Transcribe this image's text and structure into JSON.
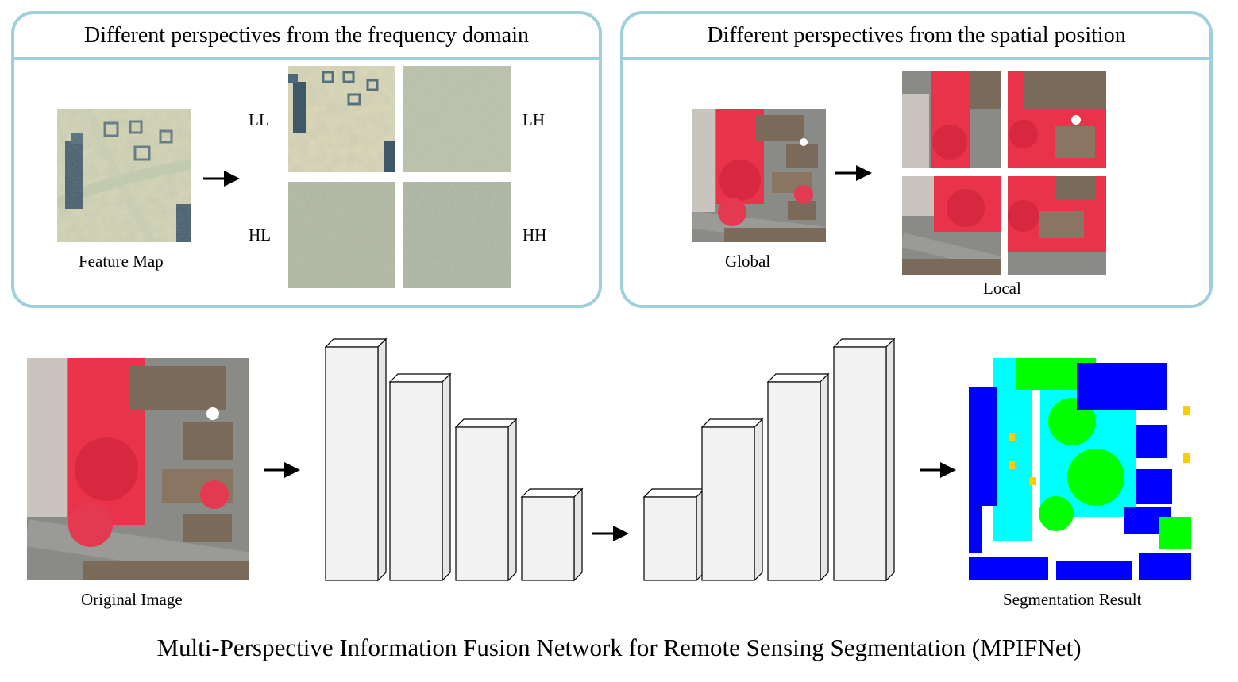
{
  "freq_panel": {
    "title": "Different perspectives from the frequency domain",
    "input_label": "Feature Map",
    "bands": [
      "LL",
      "LH",
      "HL",
      "HH"
    ]
  },
  "spatial_panel": {
    "title": "Different perspectives from the spatial position",
    "global_label": "Global",
    "local_label": "Local"
  },
  "pipeline": {
    "input_label": "Original Image",
    "output_label": "Segmentation Result"
  },
  "caption": "Multi-Perspective Information Fusion Network for Remote Sensing Segmentation (MPIFNet)",
  "colors": {
    "panel_border": "#9ecfdb",
    "vegetation_red": "#e8334a",
    "block_face": "#f2f2f2",
    "seg_building": "#0000ff",
    "seg_tree": "#00ff00",
    "seg_low_veg": "#00ffff",
    "seg_car": "#ffcc00",
    "seg_surface": "#ffffff"
  }
}
